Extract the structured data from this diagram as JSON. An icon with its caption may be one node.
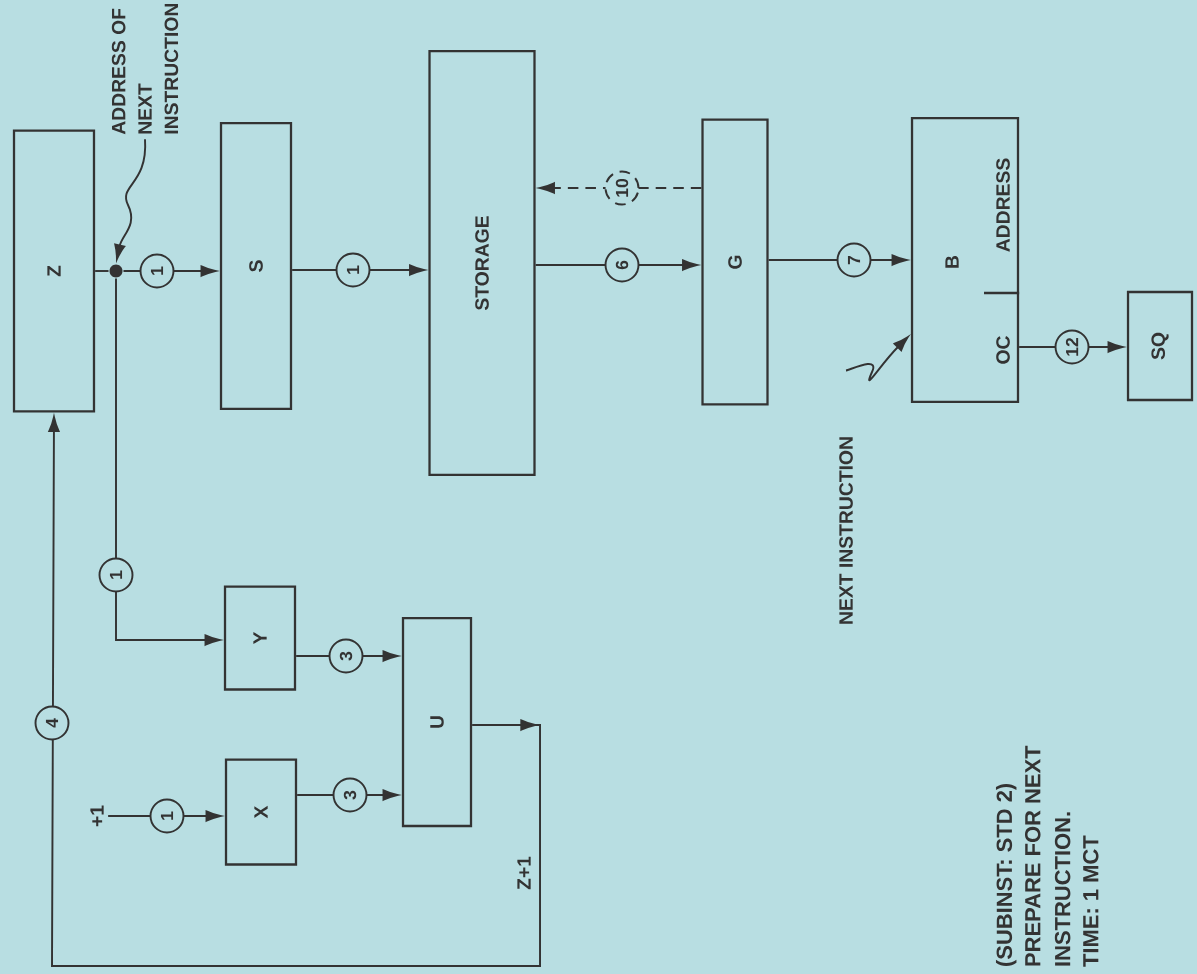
{
  "diagram": {
    "nodes": [
      {
        "text": [
          "Z"
        ]
      },
      {
        "text": [
          "ADDRESS OF NEXT INSTRUCTION"
        ]
      },
      {
        "text": [],
        "shape": "circle"
      },
      {
        "text": [
          "S"
        ]
      },
      {
        "text": [
          "STORAGE"
        ]
      },
      {
        "text": [
          "G"
        ]
      },
      {
        "text": [
          "NEXT INSTRUCTION"
        ]
      },
      {
        "text": [
          "B",
          "ADDRESS",
          "OC"
        ]
      },
      {
        "text": [
          "SQ"
        ]
      },
      {
        "text": [
          "+1"
        ]
      },
      {
        "text": [
          "Y"
        ]
      },
      {
        "text": [
          "X"
        ]
      },
      {
        "text": [
          "U"
        ]
      }
    ],
    "edges": [
      {
        "from": 0,
        "to": 2,
        "arrow": "none"
      },
      {
        "from": 1,
        "to": 2,
        "arrow": "to"
      },
      {
        "from": 2,
        "to": 3,
        "arrow": "to",
        "label": "1"
      },
      {
        "from": 2,
        "to": 10,
        "arrow": "to",
        "label": "1"
      },
      {
        "from": 3,
        "to": 4,
        "arrow": "to",
        "label": "1"
      },
      {
        "from": 4,
        "to": 5,
        "arrow": "to",
        "label": "6"
      },
      {
        "from": 5,
        "to": 4,
        "arrow": "to",
        "label": "10",
        "style": "dashed"
      },
      {
        "from": 5,
        "to": 7,
        "arrow": "to",
        "label": "7"
      },
      {
        "from": 6,
        "to": 7,
        "arrow": "to"
      },
      {
        "from": 7,
        "to": 8,
        "arrow": "to",
        "label": "12"
      },
      {
        "from": 9,
        "to": 11,
        "arrow": "to",
        "label": "1"
      },
      {
        "from": 10,
        "to": 12,
        "arrow": "to",
        "label": "3"
      },
      {
        "from": 11,
        "to": 12,
        "arrow": "to",
        "label": "3"
      },
      {
        "from": 12,
        "to": 0,
        "arrow": "to",
        "label": "4"
      }
    ],
    "labels": [
      "Z+1",
      "(SUBINST:  STD 2)",
      "PREPARE FOR NEXT INSTRUCTION.",
      "TIME: 1 MCT"
    ]
  }
}
